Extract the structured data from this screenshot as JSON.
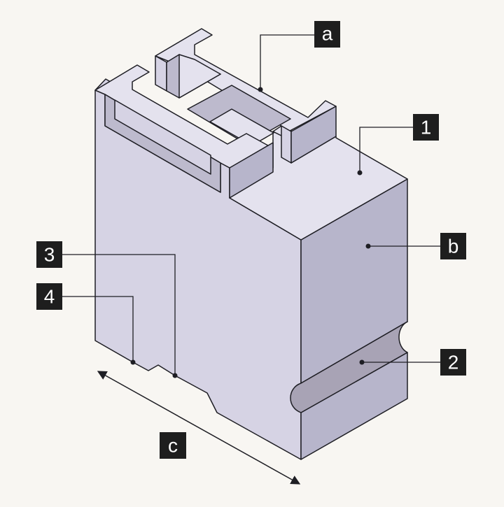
{
  "diagram": {
    "labels": {
      "a": "a",
      "one": "1",
      "b": "b",
      "two": "2",
      "three": "3",
      "four": "4",
      "c": "c"
    },
    "colors": {
      "background": "#f8f6f2",
      "face_top": "#e4e2ee",
      "face_front": "#d6d3e4",
      "face_side": "#b7b5cb",
      "groove": "#a8a3b5",
      "recess_dark": "#bdbacd",
      "stroke": "#1e1e24",
      "label_box": "#1e1e1e",
      "label_text": "#ffffff"
    }
  }
}
